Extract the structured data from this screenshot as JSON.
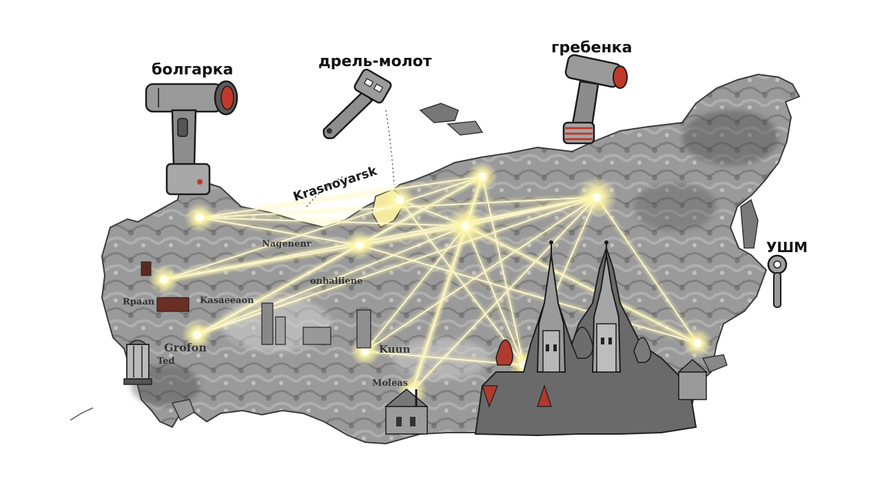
{
  "labels": {
    "bolgarka": "болгарка",
    "drel_molot": "дрель-молот",
    "grebenka": "гребенка",
    "ushm": "УШМ",
    "krasnoyarsk": "Krasnoyarsk"
  },
  "map_scribbles": [
    "Nagenenr",
    "Rpaan",
    "Kasaeeaon",
    "onbaliiene",
    "Grofon",
    "Kuun",
    "Ted",
    "Moleas"
  ],
  "colors": {
    "land": "#8f8f8f",
    "land_dark": "#5e5e5e",
    "glow": "#fff6a8",
    "glow_core": "#ffffe6",
    "tool_body": "#9a9a9a",
    "tool_accent": "#c0392b",
    "onion_dome_red": "#b03a2e"
  },
  "icons": [
    "angle-grinder-icon",
    "hammer-drill-icon",
    "die-grinder-icon",
    "key-tag-icon",
    "kremlin-spires-icon",
    "lantern-icon"
  ]
}
